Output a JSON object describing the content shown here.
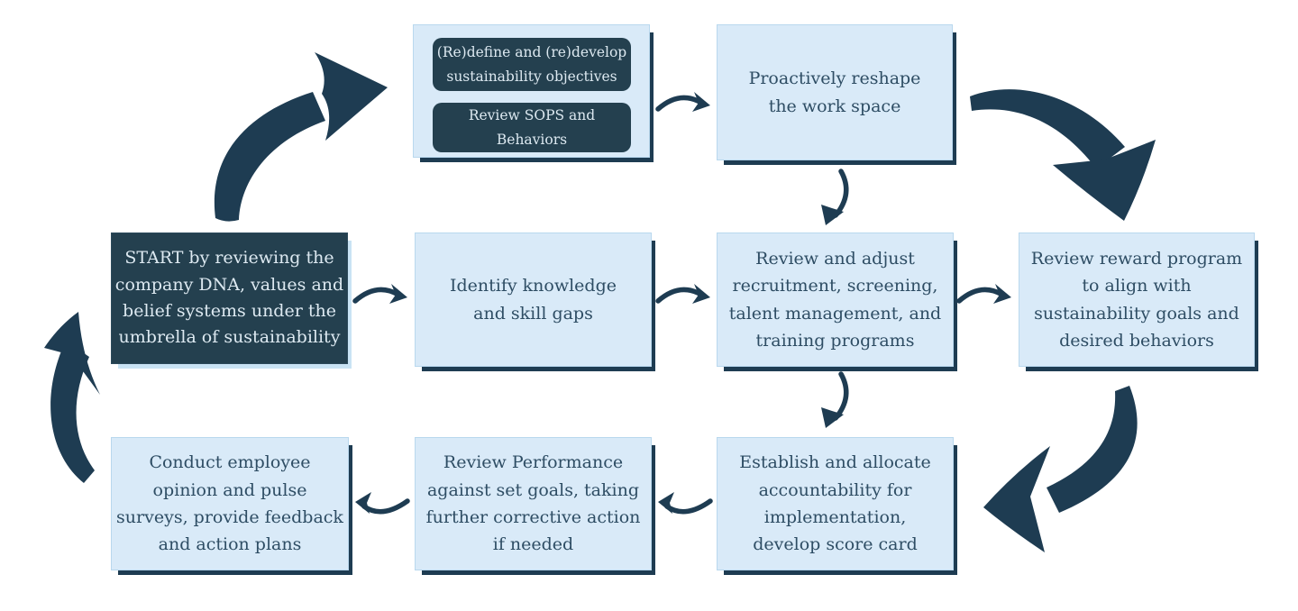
{
  "colors": {
    "dark_navy": "#1e3c52",
    "dark_box_fill": "#24404f",
    "light_box_fill": "#d9eaf8",
    "light_box_text": "#2e4d64",
    "dark_box_text": "#dde9f1",
    "background": "#ffffff"
  },
  "diagram": {
    "top_row": {
      "objectives_group": {
        "items": [
          {
            "label": "(Re)define and (re)develop\nsustainability objectives"
          },
          {
            "label": "Review SOPS and\nBehaviors"
          }
        ]
      },
      "reshape": {
        "label": "Proactively reshape\nthe work space"
      }
    },
    "middle_row": {
      "start": {
        "label": "START by reviewing the\ncompany DNA, values and\nbelief systems under the\numbrella of sustainability"
      },
      "identify": {
        "label": "Identify knowledge\nand skill gaps"
      },
      "recruitment": {
        "label": "Review and adjust\nrecruitment, screening,\ntalent management, and\ntraining programs"
      },
      "reward": {
        "label": "Review reward program\nto align with\nsustainability goals and\ndesired behaviors"
      }
    },
    "bottom_row": {
      "surveys": {
        "label": "Conduct employee\nopinion and pulse\nsurveys, provide feedback\nand action plans"
      },
      "performance": {
        "label": "Review Performance\nagainst set goals, taking\nfurther corrective action\nif needed"
      },
      "accountability": {
        "label": "Establish and allocate\naccountability for\nimplementation,\ndevelop score card"
      }
    }
  }
}
